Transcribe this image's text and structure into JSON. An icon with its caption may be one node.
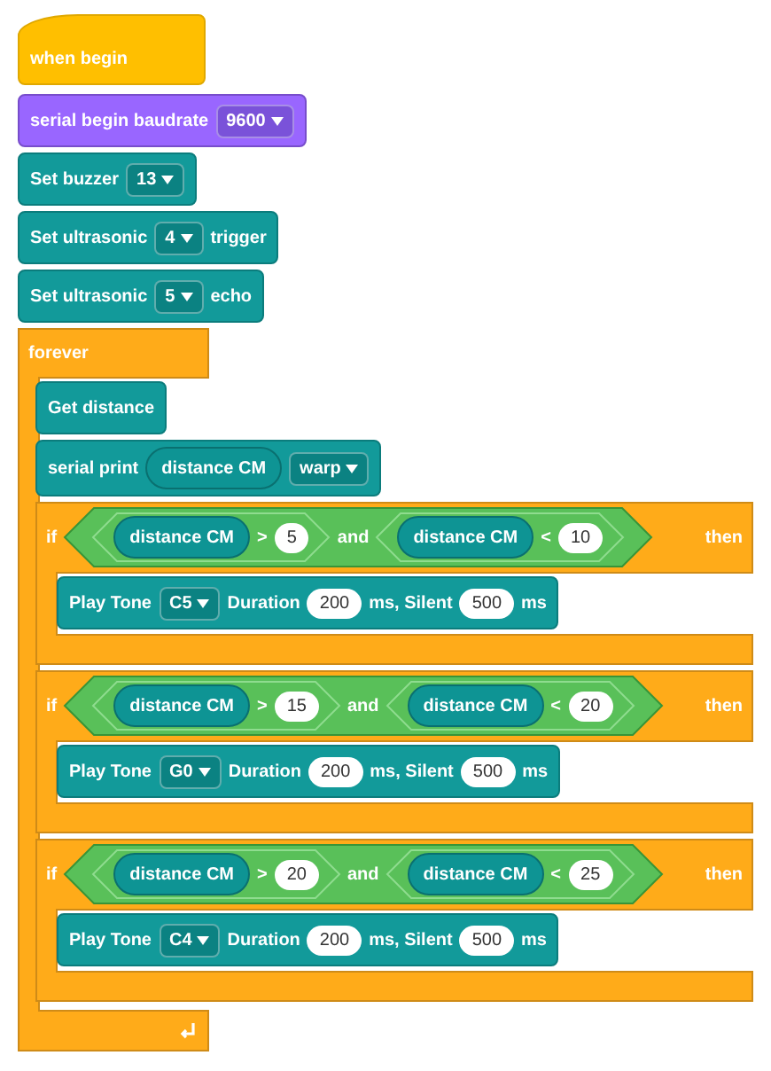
{
  "diagram": {
    "nodes": [
      {
        "text": [
          "when begin"
        ]
      },
      {
        "text": [
          "serial begin baudrate",
          "9600"
        ]
      },
      {
        "text": [
          "Set buzzer",
          "13"
        ]
      },
      {
        "text": [
          "Set ultrasonic",
          "4",
          "trigger"
        ]
      },
      {
        "text": [
          "Set ultrasonic",
          "5",
          "echo"
        ]
      },
      {
        "text": [
          "forever"
        ]
      },
      {
        "text": [
          "Get distance"
        ],
        "in": 5
      },
      {
        "text": [
          "serial print",
          "warp"
        ]
      },
      {
        "text": [
          "distance CM"
        ],
        "in": 7
      },
      {
        "text": [
          "if",
          "then"
        ]
      },
      {
        "text": [
          "and"
        ],
        "in": 9
      },
      {
        "text": [
          ">",
          "5"
        ],
        "in": 10
      },
      {
        "text": [
          "distance CM"
        ],
        "in": 11
      },
      {
        "text": [
          "<",
          "10"
        ],
        "in": 10
      },
      {
        "text": [
          "distance CM"
        ],
        "in": 13
      },
      {
        "text": [
          "Play Tone",
          "C5",
          "Duration",
          "200",
          "ms, Silent",
          "500",
          "ms"
        ],
        "in": 9
      },
      {
        "text": [
          "if",
          "then"
        ]
      },
      {
        "text": [
          "and"
        ],
        "in": 16
      },
      {
        "text": [
          ">",
          "15"
        ],
        "in": 17
      },
      {
        "text": [
          "distance CM"
        ],
        "in": 18
      },
      {
        "text": [
          "<",
          "20"
        ],
        "in": 17
      },
      {
        "text": [
          "distance CM"
        ],
        "in": 20
      },
      {
        "text": [
          "Play Tone",
          "G0",
          "Duration",
          "200",
          "ms, Silent",
          "500",
          "ms"
        ],
        "in": 16
      },
      {
        "text": [
          "if",
          "then"
        ]
      },
      {
        "text": [
          "and"
        ],
        "in": 23
      },
      {
        "text": [
          ">",
          "20"
        ],
        "in": 24
      },
      {
        "text": [
          "distance CM"
        ],
        "in": 25
      },
      {
        "text": [
          "<",
          "25"
        ],
        "in": 24
      },
      {
        "text": [
          "distance CM"
        ],
        "in": 27
      },
      {
        "text": [
          "Play Tone",
          "C4",
          "Duration",
          "200",
          "ms, Silent",
          "500",
          "ms"
        ],
        "in": 23
      }
    ]
  }
}
